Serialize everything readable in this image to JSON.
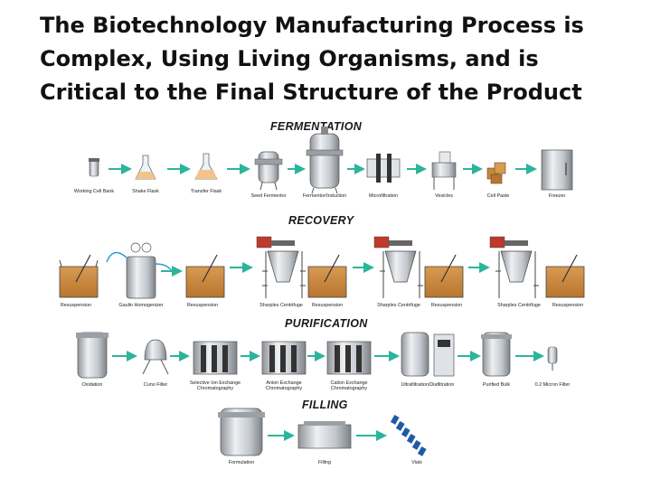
{
  "title_lines": [
    "The Biotechnology Manufacturing Process is",
    "Complex, Using Living Organisms, and is",
    "Critical to the Final Structure of the Product"
  ],
  "stages": {
    "fermentation": "FERMENTATION",
    "recovery": "RECOVERY",
    "purification": "PURIFICATION",
    "filling": "FILLING"
  },
  "fermentation_steps": [
    "Working Cell Bank",
    "Shake Flask",
    "Transfer Flask",
    "Seed Fermentor",
    "Fermentor/Induction",
    "Microfiltration",
    "Vesicles",
    "Cell Paste",
    "Freezer"
  ],
  "recovery_steps": [
    "Resuspension",
    "Gaulin Homogenizer",
    "Resuspension",
    "Sharples Centrifuge",
    "Resuspension",
    "Sharples Centrifuge",
    "Resuspension",
    "Sharples Centrifuge",
    "Resuspension"
  ],
  "purification_steps": [
    "Oxidation",
    "Cuno Filter",
    "Selective Ion Exchange Chromatography",
    "Anion Exchange Chromatography",
    "Cation Exchange Chromatography",
    "Ultrafiltration/Diafiltration",
    "Purified Bulk",
    "0.2 Micron Filter"
  ],
  "filling_steps": [
    "Formulation",
    "Filling",
    "Vials"
  ],
  "colors": {
    "arrow": "#2bb59a",
    "steel": "#b9bec4",
    "tank_liquid": "#c8863e",
    "flask_liquid": "#f2c48a"
  }
}
